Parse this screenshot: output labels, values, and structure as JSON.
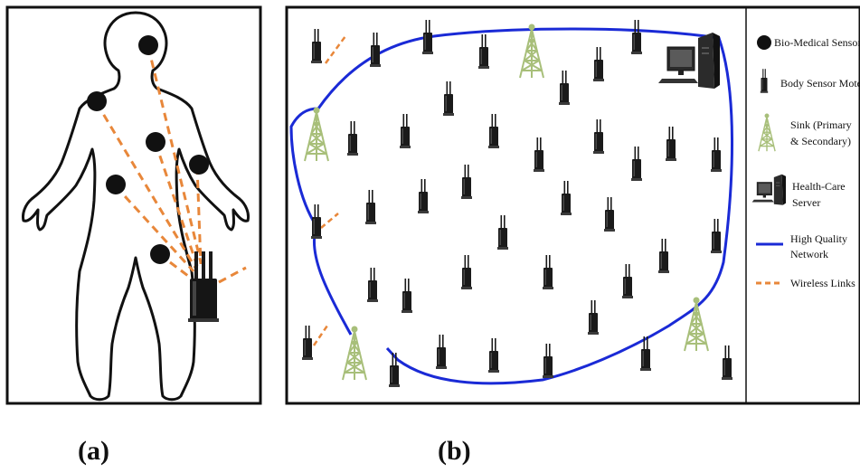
{
  "panel_a": {
    "caption": "(a)"
  },
  "panel_b": {
    "caption": "(b)"
  },
  "legend": {
    "bio_medical_sensor": "Bio-Medical Sensor",
    "body_sensor_mote": "Body Sensor Mote",
    "sink_line1": "Sink (Primary",
    "sink_line2": "& Secondary)",
    "server_line1": "Health-Care",
    "server_line2": "Server",
    "network_line1": "High Quality",
    "network_line2": "Network",
    "wireless_links": "Wireless Links"
  },
  "colors": {
    "sensor": "#111111",
    "mote": "#1a1a1a",
    "sink": "#a8bf7a",
    "network": "#1a2ad6",
    "wireless": "#e8873a",
    "frame": "#111111"
  }
}
